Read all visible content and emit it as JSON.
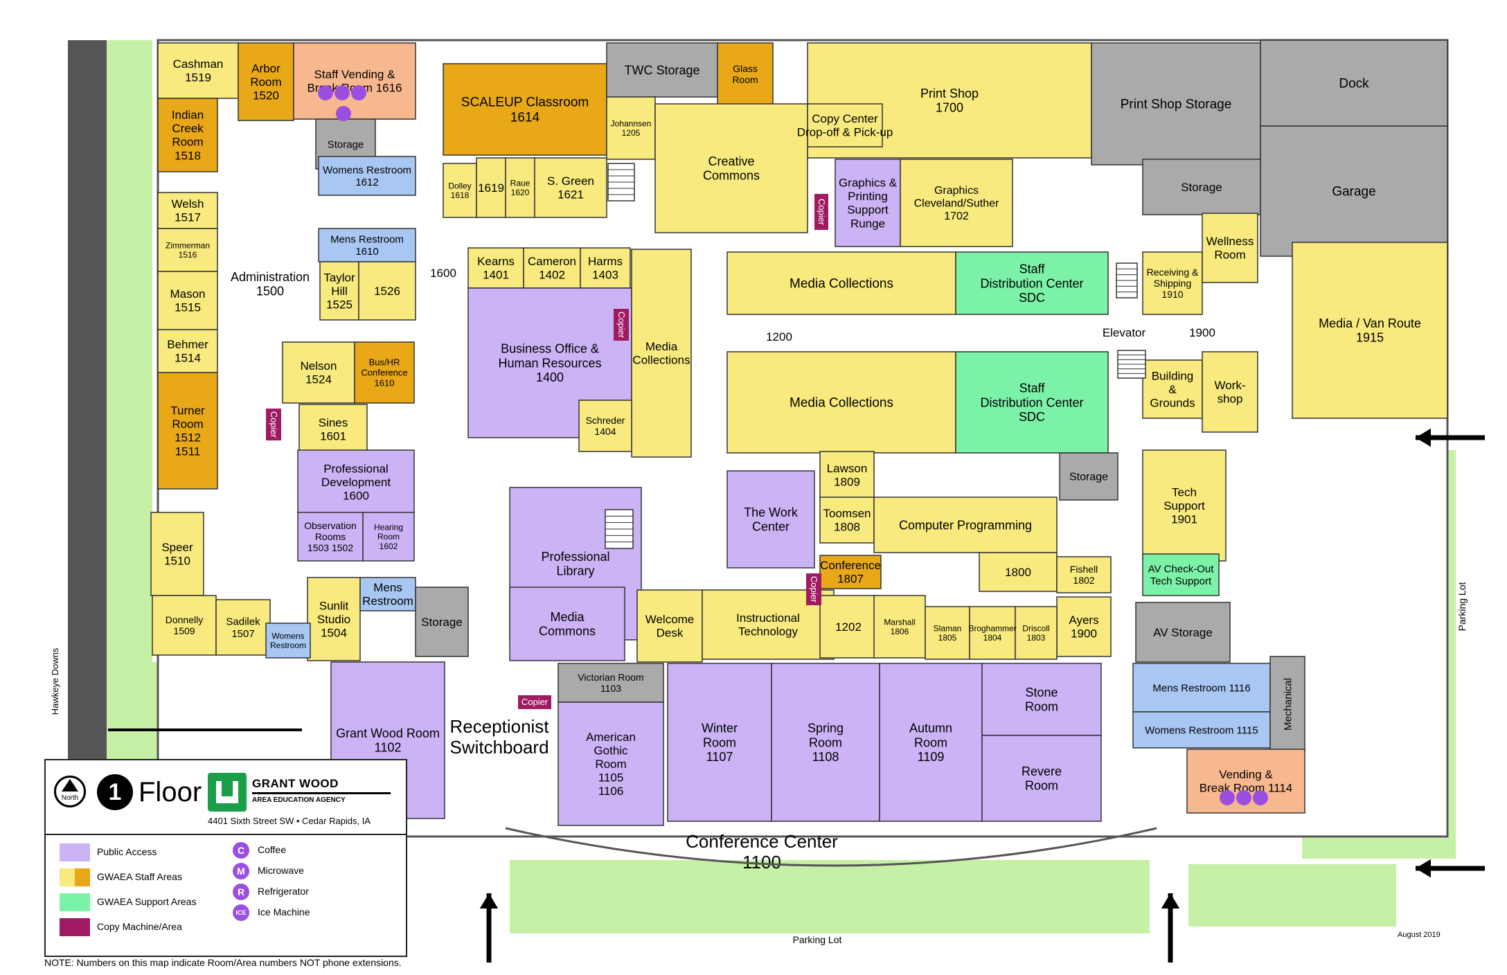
{
  "colors": {
    "public": "#cbb3f5",
    "staff_light": "#f8ea7e",
    "staff_dark": "#e9a818",
    "support": "#7cf2a8",
    "copy": "#a01a62",
    "restroom": "#a9c7f3",
    "vending": "#f8b88f",
    "storage": "#aaaaaa",
    "grass": "#c6f0a6",
    "hall": "#ffffff",
    "badge": "#9b4fe0",
    "arrow": "#000000"
  },
  "map": {
    "title": "Floor",
    "floor_number": "1",
    "north_label": "North",
    "brand": {
      "name": "GRANT WOOD",
      "subtitle": "AREA EDUCATION AGENCY",
      "address": "4401 Sixth Street SW • Cedar Rapids, IA"
    },
    "note": "NOTE: Numbers on this map indicate Room/Area numbers NOT phone extensions.",
    "date": "August 2019",
    "legend": [
      {
        "label": "Public Access",
        "color_key": "public"
      },
      {
        "label": "GWAEA Staff Areas",
        "color_key": "staff"
      },
      {
        "label": "GWAEA Support Areas",
        "color_key": "support"
      },
      {
        "label": "Copy Machine/Area",
        "color_key": "copy"
      }
    ],
    "amenities": [
      {
        "code": "C",
        "label": "Coffee"
      },
      {
        "code": "M",
        "label": "Microwave"
      },
      {
        "code": "R",
        "label": "Refrigerator"
      },
      {
        "code": "ICE",
        "label": "Ice Machine"
      }
    ],
    "outdoor": {
      "parking_bottom": "Parking Lot",
      "parking_right": "Parking Lot",
      "street": "Hawkeye Downs"
    },
    "rooms": [
      {
        "id": "cashman",
        "lines": [
          "Cashman",
          "1519"
        ],
        "type": "staff_light"
      },
      {
        "id": "arbor",
        "lines": [
          "Arbor",
          "Room",
          "1520"
        ],
        "type": "staff_dark"
      },
      {
        "id": "staff-vending",
        "lines": [
          "Staff Vending &",
          "Break Room 1616"
        ],
        "type": "vending"
      },
      {
        "id": "scaleup",
        "lines": [
          "SCALEUP Classroom",
          "1614"
        ],
        "type": "staff_dark"
      },
      {
        "id": "twc-storage",
        "lines": [
          "TWC Storage"
        ],
        "type": "storage"
      },
      {
        "id": "glass-room",
        "lines": [
          "Glass",
          "Room"
        ],
        "type": "staff_dark"
      },
      {
        "id": "print-shop",
        "lines": [
          "Print Shop",
          "1700"
        ],
        "type": "staff_light"
      },
      {
        "id": "copy-center",
        "lines": [
          "Copy Center",
          "Drop-off & Pick-up"
        ],
        "type": "staff_light"
      },
      {
        "id": "print-shop-storage",
        "lines": [
          "Print Shop Storage"
        ],
        "type": "storage"
      },
      {
        "id": "dock",
        "lines": [
          "Dock"
        ],
        "type": "storage"
      },
      {
        "id": "indian-creek",
        "lines": [
          "Indian",
          "Creek",
          "Room",
          "1518"
        ],
        "type": "staff_dark"
      },
      {
        "id": "johannsen",
        "lines": [
          "Johannsen",
          "1205"
        ],
        "type": "staff_light"
      },
      {
        "id": "creative-commons",
        "lines": [
          "Creative",
          "Commons"
        ],
        "type": "staff_light"
      },
      {
        "id": "storage-1616",
        "lines": [
          "Storage"
        ],
        "type": "storage"
      },
      {
        "id": "womens-restroom-1612",
        "lines": [
          "Womens Restroom",
          "1612"
        ],
        "type": "restroom"
      },
      {
        "id": "welsh",
        "lines": [
          "Welsh",
          "1517"
        ],
        "type": "staff_light"
      },
      {
        "id": "dolley",
        "lines": [
          "Dolley",
          "1618"
        ],
        "type": "staff_light"
      },
      {
        "id": "r1619",
        "lines": [
          "1619"
        ],
        "type": "staff_light"
      },
      {
        "id": "raue",
        "lines": [
          "Raue",
          "1620"
        ],
        "type": "staff_light"
      },
      {
        "id": "s-green",
        "lines": [
          "S. Green",
          "1621"
        ],
        "type": "staff_light"
      },
      {
        "id": "graphics-support",
        "lines": [
          "Graphics &",
          "Printing",
          "Support",
          "Runge"
        ],
        "type": "public"
      },
      {
        "id": "graphics",
        "lines": [
          "Graphics",
          "Cleveland/Suther",
          "1702"
        ],
        "type": "staff_light"
      },
      {
        "id": "storage-east",
        "lines": [
          "Storage"
        ],
        "type": "storage"
      },
      {
        "id": "garage",
        "lines": [
          "Garage"
        ],
        "type": "storage"
      },
      {
        "id": "zimmerman",
        "lines": [
          "Zimmerman",
          "1516"
        ],
        "type": "staff_light"
      },
      {
        "id": "mens-restroom-1610",
        "lines": [
          "Mens Restroom",
          "1610"
        ],
        "type": "restroom"
      },
      {
        "id": "administration",
        "lines": [
          "Administration",
          "1500"
        ],
        "type": "hall"
      },
      {
        "id": "kearns",
        "lines": [
          "Kearns",
          "1401"
        ],
        "type": "staff_light"
      },
      {
        "id": "cameron",
        "lines": [
          "Cameron",
          "1402"
        ],
        "type": "staff_light"
      },
      {
        "id": "harms",
        "lines": [
          "Harms",
          "1403"
        ],
        "type": "staff_light"
      },
      {
        "id": "hall-1600",
        "lines": [
          "1600"
        ],
        "type": "hall"
      },
      {
        "id": "media-collections-n",
        "lines": [
          "Media Collections"
        ],
        "type": "staff_light"
      },
      {
        "id": "sdc-n",
        "lines": [
          "Staff",
          "Distribution Center",
          "SDC"
        ],
        "type": "support"
      },
      {
        "id": "receiving",
        "lines": [
          "Receiving &",
          "Shipping",
          "1910"
        ],
        "type": "staff_light"
      },
      {
        "id": "wellness",
        "lines": [
          "Wellness",
          "Room"
        ],
        "type": "staff_light"
      },
      {
        "id": "mason",
        "lines": [
          "Mason",
          "1515"
        ],
        "type": "staff_light"
      },
      {
        "id": "taylor-hill",
        "lines": [
          "Taylor",
          "Hill",
          "1525"
        ],
        "type": "staff_light"
      },
      {
        "id": "r1526",
        "lines": [
          "1526"
        ],
        "type": "staff_light"
      },
      {
        "id": "business-office",
        "lines": [
          "Business Office &",
          "Human Resources",
          "1400"
        ],
        "type": "public"
      },
      {
        "id": "media-collections-w",
        "lines": [
          "Media",
          "Collections"
        ],
        "type": "staff_light"
      },
      {
        "id": "hall-1200",
        "lines": [
          "1200"
        ],
        "type": "hall"
      },
      {
        "id": "elevator",
        "lines": [
          "Elevator"
        ],
        "type": "hall"
      },
      {
        "id": "hall-1900",
        "lines": [
          "1900"
        ],
        "type": "hall"
      },
      {
        "id": "media-van",
        "lines": [
          "Media / Van Route",
          "1915"
        ],
        "type": "staff_light"
      },
      {
        "id": "behmer",
        "lines": [
          "Behmer",
          "1514"
        ],
        "type": "staff_light"
      },
      {
        "id": "nelson",
        "lines": [
          "Nelson",
          "1524"
        ],
        "type": "staff_light"
      },
      {
        "id": "bus-hr-conf",
        "lines": [
          "Bus/HR",
          "Conference",
          "1610"
        ],
        "type": "staff_dark"
      },
      {
        "id": "media-collections-s",
        "lines": [
          "Media Collections"
        ],
        "type": "staff_light"
      },
      {
        "id": "sdc-s",
        "lines": [
          "Staff",
          "Distribution Center",
          "SDC"
        ],
        "type": "support"
      },
      {
        "id": "building-grounds",
        "lines": [
          "Building",
          "&",
          "Grounds"
        ],
        "type": "staff_light"
      },
      {
        "id": "workshop",
        "lines": [
          "Work-",
          "shop"
        ],
        "type": "staff_light"
      },
      {
        "id": "turner",
        "lines": [
          "Turner",
          "Room",
          "1512",
          "1511"
        ],
        "type": "staff_dark"
      },
      {
        "id": "sines",
        "lines": [
          "Sines",
          "1601"
        ],
        "type": "staff_light"
      },
      {
        "id": "schreder",
        "lines": [
          "Schreder",
          "1404"
        ],
        "type": "staff_light"
      },
      {
        "id": "professional-development",
        "lines": [
          "Professional",
          "Development",
          "1600"
        ],
        "type": "public"
      },
      {
        "id": "lawson",
        "lines": [
          "Lawson",
          "1809"
        ],
        "type": "staff_light"
      },
      {
        "id": "storage-1800",
        "lines": [
          "Storage"
        ],
        "type": "storage"
      },
      {
        "id": "tech-support",
        "lines": [
          "Tech",
          "Support",
          "1901"
        ],
        "type": "staff_light"
      },
      {
        "id": "professional-library",
        "lines": [
          "Professional",
          "Library"
        ],
        "type": "public"
      },
      {
        "id": "work-center",
        "lines": [
          "The Work",
          "Center"
        ],
        "type": "public"
      },
      {
        "id": "toomsen",
        "lines": [
          "Toomsen",
          "1808"
        ],
        "type": "staff_light"
      },
      {
        "id": "computer-programming",
        "lines": [
          "Computer Programming"
        ],
        "type": "staff_light"
      },
      {
        "id": "observation",
        "lines": [
          "Observation",
          "Rooms",
          "1503   1502"
        ],
        "type": "public"
      },
      {
        "id": "hearing",
        "lines": [
          "Hearing",
          "Room",
          "1602"
        ],
        "type": "public"
      },
      {
        "id": "speer",
        "lines": [
          "Speer",
          "1510"
        ],
        "type": "staff_light"
      },
      {
        "id": "conference-1807",
        "lines": [
          "Conference",
          "1807"
        ],
        "type": "staff_dark"
      },
      {
        "id": "r1800",
        "lines": [
          "1800"
        ],
        "type": "staff_light"
      },
      {
        "id": "fishell",
        "lines": [
          "Fishell",
          "1802"
        ],
        "type": "staff_light"
      },
      {
        "id": "av-checkout",
        "lines": [
          "AV Check-Out",
          "Tech Support"
        ],
        "type": "support"
      },
      {
        "id": "sunlit",
        "lines": [
          "Sunlit",
          "Studio",
          "1504"
        ],
        "type": "staff_light"
      },
      {
        "id": "mens-restroom-w",
        "lines": [
          "Mens",
          "Restroom"
        ],
        "type": "restroom"
      },
      {
        "id": "storage-w",
        "lines": [
          "Storage"
        ],
        "type": "storage"
      },
      {
        "id": "media-commons",
        "lines": [
          "Media",
          "Commons"
        ],
        "type": "public"
      },
      {
        "id": "welcome-desk",
        "lines": [
          "Welcome",
          "Desk"
        ],
        "type": "staff_light"
      },
      {
        "id": "instructional-tech",
        "lines": [
          "Instructional",
          "Technology"
        ],
        "type": "staff_light"
      },
      {
        "id": "ayers",
        "lines": [
          "Ayers",
          "1900"
        ],
        "type": "staff_light"
      },
      {
        "id": "av-storage",
        "lines": [
          "AV Storage"
        ],
        "type": "storage"
      },
      {
        "id": "r1202",
        "lines": [
          "1202"
        ],
        "type": "staff_light"
      },
      {
        "id": "marshall",
        "lines": [
          "Marshall",
          "1806"
        ],
        "type": "staff_light"
      },
      {
        "id": "slaman",
        "lines": [
          "Slaman",
          "1805"
        ],
        "type": "staff_light"
      },
      {
        "id": "broghammer",
        "lines": [
          "Broghammer",
          "1804"
        ],
        "type": "staff_light"
      },
      {
        "id": "driscoll",
        "lines": [
          "Driscoll",
          "1803"
        ],
        "type": "staff_light"
      },
      {
        "id": "donnelly",
        "lines": [
          "Donnelly",
          "1509"
        ],
        "type": "staff_light"
      },
      {
        "id": "sadilek",
        "lines": [
          "Sadilek",
          "1507"
        ],
        "type": "staff_light"
      },
      {
        "id": "womens-restroom-w",
        "lines": [
          "Womens",
          "Restroom"
        ],
        "type": "restroom"
      },
      {
        "id": "victorian",
        "lines": [
          "Victorian Room",
          "1103"
        ],
        "type": "storage"
      },
      {
        "id": "mens-restroom-1116",
        "lines": [
          "Mens Restroom   1116"
        ],
        "type": "restroom"
      },
      {
        "id": "grant-wood-room",
        "lines": [
          "Grant Wood Room",
          "1102"
        ],
        "type": "public"
      },
      {
        "id": "receptionist",
        "lines": [
          "Receptionist",
          "Switchboard"
        ],
        "type": "hall"
      },
      {
        "id": "american-gothic",
        "lines": [
          "American",
          "Gothic",
          "Room",
          "1105",
          "1106"
        ],
        "type": "public"
      },
      {
        "id": "winter",
        "lines": [
          "Winter",
          "Room",
          "1107"
        ],
        "type": "public"
      },
      {
        "id": "spring",
        "lines": [
          "Spring",
          "Room",
          "1108"
        ],
        "type": "public"
      },
      {
        "id": "autumn",
        "lines": [
          "Autumn",
          "Room",
          "1109"
        ],
        "type": "public"
      },
      {
        "id": "stone",
        "lines": [
          "Stone",
          "Room"
        ],
        "type": "public"
      },
      {
        "id": "revere",
        "lines": [
          "Revere",
          "Room"
        ],
        "type": "public"
      },
      {
        "id": "womens-restroom-1115",
        "lines": [
          "Womens Restroom   1115"
        ],
        "type": "restroom"
      },
      {
        "id": "mechanical",
        "lines": [
          "Mechanical"
        ],
        "type": "storage"
      },
      {
        "id": "vending-1114",
        "lines": [
          "Vending &",
          "Break Room 1114"
        ],
        "type": "vending"
      },
      {
        "id": "conference-center",
        "lines": [
          "Conference Center",
          "1100"
        ],
        "type": "hall"
      }
    ],
    "copiers": [
      {
        "id": "copier-graphics",
        "label": "Copier"
      },
      {
        "id": "copier-business",
        "label": "Copier"
      },
      {
        "id": "copier-sines",
        "label": "Copier"
      },
      {
        "id": "copier-instr",
        "label": "Copier"
      },
      {
        "id": "copier-reception",
        "label": "Copier"
      }
    ],
    "amenity_badges": [
      {
        "room": "staff-vending",
        "codes": [
          "C",
          "M",
          "R",
          "ICE"
        ]
      },
      {
        "room": "vending-1114",
        "codes": [
          "C",
          "M",
          "R"
        ]
      }
    ]
  }
}
